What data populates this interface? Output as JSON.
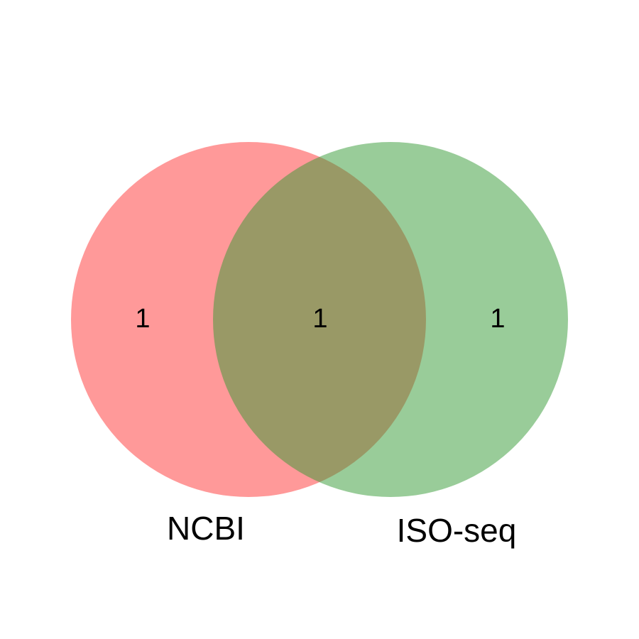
{
  "venn": {
    "sets": [
      {
        "name": "NCBI",
        "color": "#ff3333",
        "opacity": 0.5
      },
      {
        "name": "ISO-seq",
        "color": "#339933",
        "opacity": 0.5
      }
    ],
    "regions": {
      "ncbi_only": "1",
      "intersection": "1",
      "iso_only": "1"
    }
  }
}
